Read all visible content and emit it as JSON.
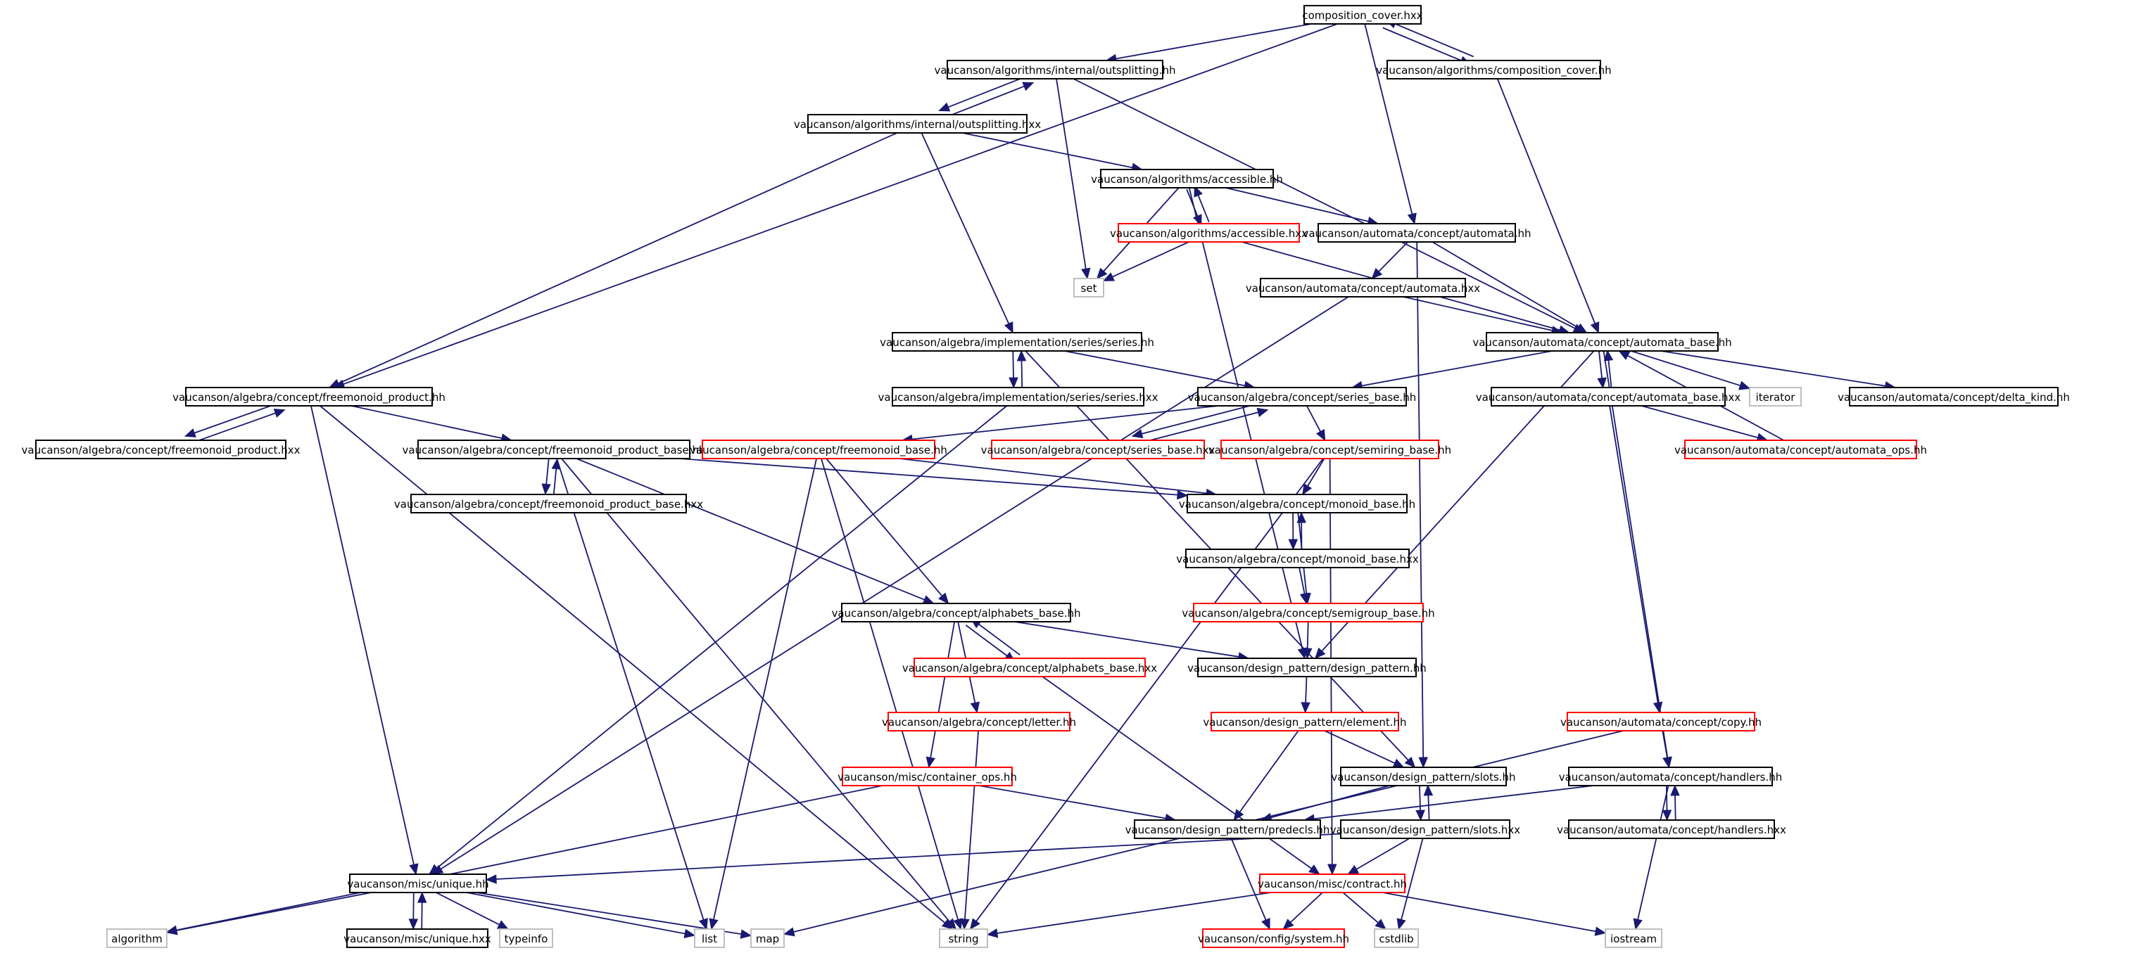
{
  "colors": {
    "edge": "#191970",
    "root_fill": "#bfbfbf",
    "root_border": "#000000",
    "normal_border": "#000000",
    "red_border": "#ff0000",
    "gray_border": "#bfbfbf"
  },
  "nodes": [
    {
      "id": "root",
      "label": "composition_cover.hxx",
      "style": "root"
    },
    {
      "id": "outspl_hh",
      "label": "vaucanson/algorithms/internal/outsplitting.hh",
      "style": "normal"
    },
    {
      "id": "comp_hh",
      "label": "vaucanson/algorithms/composition_cover.hh",
      "style": "normal"
    },
    {
      "id": "outspl_hxx",
      "label": "vaucanson/algorithms/internal/outsplitting.hxx",
      "style": "normal"
    },
    {
      "id": "access_hh",
      "label": "vaucanson/algorithms/accessible.hh",
      "style": "normal"
    },
    {
      "id": "access_hxx",
      "label": "vaucanson/algorithms/accessible.hxx",
      "style": "red"
    },
    {
      "id": "set",
      "label": "set",
      "style": "gray"
    },
    {
      "id": "automata_hh",
      "label": "vaucanson/automata/concept/automata.hh",
      "style": "normal"
    },
    {
      "id": "automata_hxx",
      "label": "vaucanson/automata/concept/automata.hxx",
      "style": "normal"
    },
    {
      "id": "ab_hh",
      "label": "vaucanson/automata/concept/automata_base.hh",
      "style": "normal"
    },
    {
      "id": "series_hh",
      "label": "vaucanson/algebra/implementation/series/series.hh",
      "style": "normal"
    },
    {
      "id": "series_hxx",
      "label": "vaucanson/algebra/implementation/series/series.hxx",
      "style": "normal"
    },
    {
      "id": "fmp_hh",
      "label": "vaucanson/algebra/concept/freemonoid_product.hh",
      "style": "normal"
    },
    {
      "id": "fmp_hxx",
      "label": "vaucanson/algebra/concept/freemonoid_product.hxx",
      "style": "normal"
    },
    {
      "id": "sb_hh",
      "label": "vaucanson/algebra/concept/series_base.hh",
      "style": "normal"
    },
    {
      "id": "ab_hxx",
      "label": "vaucanson/automata/concept/automata_base.hxx",
      "style": "normal"
    },
    {
      "id": "iterator",
      "label": "iterator",
      "style": "gray"
    },
    {
      "id": "delta",
      "label": "vaucanson/automata/concept/delta_kind.hh",
      "style": "normal"
    },
    {
      "id": "fmpb_hh",
      "label": "vaucanson/algebra/concept/freemonoid_product_base.hh",
      "style": "normal"
    },
    {
      "id": "fmb_hh",
      "label": "vaucanson/algebra/concept/freemonoid_base.hh",
      "style": "red"
    },
    {
      "id": "sb_hxx",
      "label": "vaucanson/algebra/concept/series_base.hxx",
      "style": "red"
    },
    {
      "id": "semi_hh",
      "label": "vaucanson/algebra/concept/semiring_base.hh",
      "style": "red"
    },
    {
      "id": "aops",
      "label": "vaucanson/automata/concept/automata_ops.hh",
      "style": "red"
    },
    {
      "id": "fmpb_hxx",
      "label": "vaucanson/algebra/concept/freemonoid_product_base.hxx",
      "style": "normal"
    },
    {
      "id": "mb_hh",
      "label": "vaucanson/algebra/concept/monoid_base.hh",
      "style": "normal"
    },
    {
      "id": "mb_hxx",
      "label": "vaucanson/algebra/concept/monoid_base.hxx",
      "style": "normal"
    },
    {
      "id": "alpha_hh",
      "label": "vaucanson/algebra/concept/alphabets_base.hh",
      "style": "normal"
    },
    {
      "id": "sg_hh",
      "label": "vaucanson/algebra/concept/semigroup_base.hh",
      "style": "red"
    },
    {
      "id": "alpha_hxx",
      "label": "vaucanson/algebra/concept/alphabets_base.hxx",
      "style": "red"
    },
    {
      "id": "dp_hh",
      "label": "vaucanson/design_pattern/design_pattern.hh",
      "style": "normal"
    },
    {
      "id": "letter",
      "label": "vaucanson/algebra/concept/letter.hh",
      "style": "red"
    },
    {
      "id": "elem",
      "label": "vaucanson/design_pattern/element.hh",
      "style": "red"
    },
    {
      "id": "copy",
      "label": "vaucanson/automata/concept/copy.hh",
      "style": "red"
    },
    {
      "id": "cops",
      "label": "vaucanson/misc/container_ops.hh",
      "style": "red"
    },
    {
      "id": "slots_hh",
      "label": "vaucanson/design_pattern/slots.hh",
      "style": "normal"
    },
    {
      "id": "handl_hh",
      "label": "vaucanson/automata/concept/handlers.hh",
      "style": "normal"
    },
    {
      "id": "predecls",
      "label": "vaucanson/design_pattern/predecls.hh",
      "style": "normal"
    },
    {
      "id": "slots_hxx",
      "label": "vaucanson/design_pattern/slots.hxx",
      "style": "normal"
    },
    {
      "id": "handl_hxx",
      "label": "vaucanson/automata/concept/handlers.hxx",
      "style": "normal"
    },
    {
      "id": "unique_hh",
      "label": "vaucanson/misc/unique.hh",
      "style": "normal"
    },
    {
      "id": "contract",
      "label": "vaucanson/misc/contract.hh",
      "style": "red"
    },
    {
      "id": "unique_hxx",
      "label": "vaucanson/misc/unique.hxx",
      "style": "normal"
    },
    {
      "id": "system",
      "label": "vaucanson/config/system.hh",
      "style": "red"
    },
    {
      "id": "algorithm",
      "label": "algorithm",
      "style": "gray"
    },
    {
      "id": "typeinfo",
      "label": "typeinfo",
      "style": "gray"
    },
    {
      "id": "list",
      "label": "list",
      "style": "gray"
    },
    {
      "id": "map",
      "label": "map",
      "style": "gray"
    },
    {
      "id": "string",
      "label": "string",
      "style": "gray"
    },
    {
      "id": "cstdlib",
      "label": "cstdlib",
      "style": "gray"
    },
    {
      "id": "iostream",
      "label": "iostream",
      "style": "gray"
    }
  ],
  "edges": [
    [
      "root",
      "outspl_hh"
    ],
    [
      "root",
      "comp_hh"
    ],
    [
      "root",
      "fmp_hh"
    ],
    [
      "root",
      "automata_hh"
    ],
    [
      "comp_hh",
      "root"
    ],
    [
      "comp_hh",
      "ab_hh"
    ],
    [
      "outspl_hh",
      "outspl_hxx"
    ],
    [
      "outspl_hh",
      "set"
    ],
    [
      "outspl_hh",
      "ab_hh"
    ],
    [
      "outspl_hxx",
      "outspl_hh"
    ],
    [
      "outspl_hxx",
      "access_hh"
    ],
    [
      "outspl_hxx",
      "series_hh"
    ],
    [
      "outspl_hxx",
      "fmp_hh"
    ],
    [
      "access_hh",
      "access_hxx"
    ],
    [
      "access_hh",
      "set"
    ],
    [
      "access_hh",
      "automata_hh"
    ],
    [
      "access_hh",
      "dp_hh"
    ],
    [
      "access_hxx",
      "access_hh"
    ],
    [
      "access_hxx",
      "set"
    ],
    [
      "access_hxx",
      "ab_hh"
    ],
    [
      "automata_hh",
      "automata_hxx"
    ],
    [
      "automata_hh",
      "ab_hh"
    ],
    [
      "automata_hh",
      "slots_hh"
    ],
    [
      "automata_hxx",
      "ab_hh"
    ],
    [
      "automata_hxx",
      "unique_hh"
    ],
    [
      "ab_hh",
      "sb_hh"
    ],
    [
      "ab_hh",
      "ab_hxx"
    ],
    [
      "ab_hh",
      "iterator"
    ],
    [
      "ab_hh",
      "delta"
    ],
    [
      "ab_hh",
      "dp_hh"
    ],
    [
      "ab_hh",
      "handl_hh"
    ],
    [
      "ab_hxx",
      "ab_hh"
    ],
    [
      "ab_hxx",
      "aops"
    ],
    [
      "ab_hxx",
      "copy"
    ],
    [
      "aops",
      "ab_hh"
    ],
    [
      "series_hh",
      "series_hxx"
    ],
    [
      "series_hh",
      "sb_hh"
    ],
    [
      "series_hh",
      "slots_hh"
    ],
    [
      "series_hxx",
      "series_hh"
    ],
    [
      "series_hxx",
      "unique_hh"
    ],
    [
      "fmp_hh",
      "fmp_hxx"
    ],
    [
      "fmp_hh",
      "fmpb_hh"
    ],
    [
      "fmp_hh",
      "unique_hh"
    ],
    [
      "fmp_hh",
      "string"
    ],
    [
      "fmp_hxx",
      "fmp_hh"
    ],
    [
      "sb_hh",
      "sb_hxx"
    ],
    [
      "sb_hh",
      "fmb_hh"
    ],
    [
      "sb_hh",
      "semi_hh"
    ],
    [
      "sb_hxx",
      "sb_hh"
    ],
    [
      "fmpb_hh",
      "fmpb_hxx"
    ],
    [
      "fmpb_hh",
      "mb_hh"
    ],
    [
      "fmpb_hh",
      "alpha_hh"
    ],
    [
      "fmpb_hh",
      "list"
    ],
    [
      "fmpb_hh",
      "string"
    ],
    [
      "fmpb_hxx",
      "fmpb_hh"
    ],
    [
      "fmb_hh",
      "alpha_hh"
    ],
    [
      "fmb_hh",
      "list"
    ],
    [
      "fmb_hh",
      "string"
    ],
    [
      "fmb_hh",
      "mb_hh"
    ],
    [
      "semi_hh",
      "mb_hh"
    ],
    [
      "semi_hh",
      "string"
    ],
    [
      "semi_hh",
      "contract"
    ],
    [
      "mb_hh",
      "mb_hxx"
    ],
    [
      "mb_hh",
      "sg_hh"
    ],
    [
      "mb_hxx",
      "mb_hh"
    ],
    [
      "mb_hxx",
      "sg_hh"
    ],
    [
      "sg_hh",
      "dp_hh"
    ],
    [
      "alpha_hh",
      "alpha_hxx"
    ],
    [
      "alpha_hh",
      "dp_hh"
    ],
    [
      "alpha_hh",
      "letter"
    ],
    [
      "alpha_hh",
      "cops"
    ],
    [
      "alpha_hxx",
      "alpha_hh"
    ],
    [
      "alpha_hxx",
      "contract"
    ],
    [
      "dp_hh",
      "elem"
    ],
    [
      "letter",
      "string"
    ],
    [
      "elem",
      "predecls"
    ],
    [
      "elem",
      "slots_hh"
    ],
    [
      "copy",
      "handl_hh"
    ],
    [
      "copy",
      "map"
    ],
    [
      "cops",
      "predecls"
    ],
    [
      "cops",
      "algorithm"
    ],
    [
      "slots_hh",
      "predecls"
    ],
    [
      "slots_hh",
      "slots_hxx"
    ],
    [
      "slots_hxx",
      "slots_hh"
    ],
    [
      "slots_hxx",
      "contract"
    ],
    [
      "slots_hxx",
      "cstdlib"
    ],
    [
      "slots_hxx",
      "unique_hh"
    ],
    [
      "handl_hh",
      "predecls"
    ],
    [
      "handl_hh",
      "handl_hxx"
    ],
    [
      "handl_hh",
      "iostream"
    ],
    [
      "handl_hxx",
      "handl_hh"
    ],
    [
      "predecls",
      "system"
    ],
    [
      "contract",
      "system"
    ],
    [
      "contract",
      "string"
    ],
    [
      "contract",
      "cstdlib"
    ],
    [
      "contract",
      "iostream"
    ],
    [
      "unique_hh",
      "unique_hxx"
    ],
    [
      "unique_hh",
      "algorithm"
    ],
    [
      "unique_hh",
      "typeinfo"
    ],
    [
      "unique_hh",
      "list"
    ],
    [
      "unique_hh",
      "map"
    ],
    [
      "unique_hxx",
      "unique_hh"
    ]
  ]
}
